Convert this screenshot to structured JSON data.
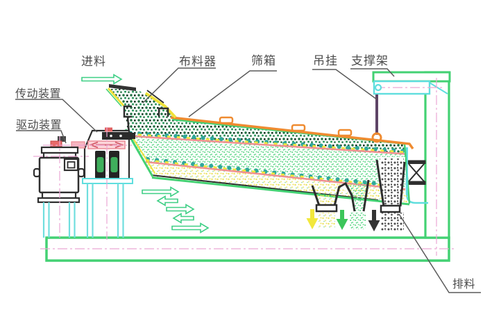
{
  "diagram": {
    "type": "vibrating-screen-schematic",
    "labels": {
      "feed": "进料",
      "distributor": "布料器",
      "screen_box": "筛箱",
      "hanger": "吊挂",
      "support_frame": "支撑架",
      "transmission": "传动装置",
      "drive": "驱动装置",
      "discharge": "排料"
    },
    "colors": {
      "frame_green": "#43d173",
      "cyan": "#5fdede",
      "orange": "#ef8b30",
      "deck_pink": "#ef9090",
      "yellow": "#f2e83c",
      "hanger_rod": "#5e4466",
      "centerline_pink": "#eba7d4",
      "coarse_material": "#1d7040",
      "fine_material": "#6ed992",
      "bottom_material": "#ece25a",
      "discharge_material": "#4a4a4a",
      "label_text": "#4d4d4d",
      "leader_line": "#5a5a5a"
    }
  }
}
